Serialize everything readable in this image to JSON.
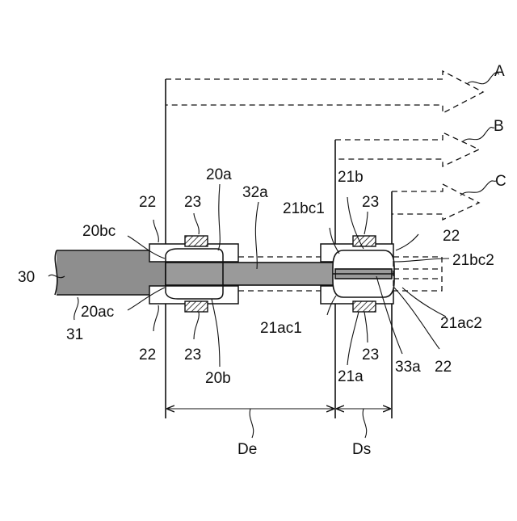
{
  "labels": {
    "beam_a": "A",
    "beam_b": "B",
    "beam_c": "C",
    "fiber_30": "30",
    "fiber_31": "31",
    "clamp_22_ul": "22",
    "clamp_22_ll": "22",
    "clamp_22_ur": "22",
    "clamp_22_lr": "22",
    "screw_23_ul": "23",
    "screw_23_ll": "23",
    "screw_23_ur": "23",
    "screw_23_lr": "23",
    "label_20a": "20a",
    "label_20b": "20b",
    "label_20bc": "20bc",
    "label_20ac": "20ac",
    "label_32a": "32a",
    "label_21b": "21b",
    "label_21a": "21a",
    "label_21bc1": "21bc1",
    "label_21bc2": "21bc2",
    "label_21ac1": "21ac1",
    "label_21ac2": "21ac2",
    "label_33a": "33a",
    "dim_de": "De",
    "dim_ds": "Ds"
  }
}
